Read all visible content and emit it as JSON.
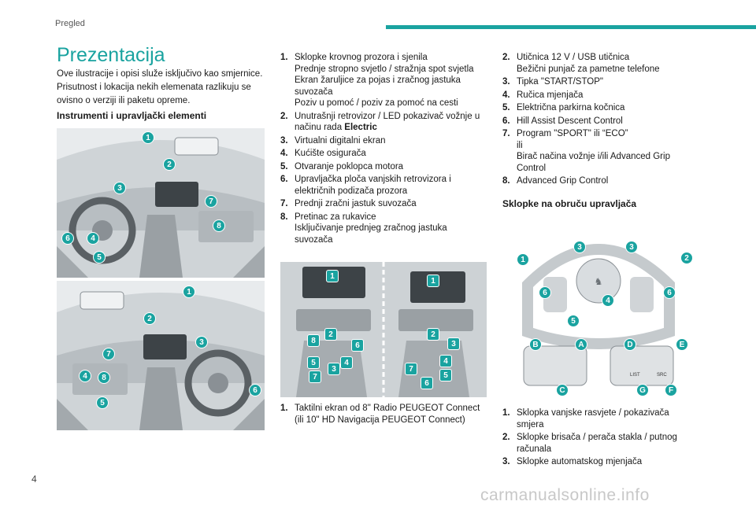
{
  "header": {
    "section": "Pregled"
  },
  "page_number": "4",
  "watermark": "carmanualsonline.info",
  "title": "Prezentacija",
  "intro": "Ove ilustracije i opisi služe isključivo kao smjernice. Prisutnost i lokacija nekih elemenata razlikuju se ovisno o verziji ili paketu opreme.",
  "section_instruments": "Instrumenti i upravljački elementi",
  "list_middle": [
    {
      "num": "1.",
      "text": "Sklopke krovnog prozora i sjenila\nPrednje stropno svjetlo / stražnja spot svjetla\nEkran žaruljice za pojas i zračnog jastuka suvozača\nPoziv u pomoć / poziv za pomoć na cesti"
    },
    {
      "num": "2.",
      "text": "Unutrašnji retrovizor / LED pokazivač vožnje u načinu rada ",
      "bold": "Electric"
    },
    {
      "num": "3.",
      "text": "Virtualni digitalni ekran"
    },
    {
      "num": "4.",
      "text": "Kućište osigurača"
    },
    {
      "num": "5.",
      "text": "Otvaranje poklopca motora"
    },
    {
      "num": "6.",
      "text": "Upravljačka ploča vanjskih retrovizora i električnih podizača prozora"
    },
    {
      "num": "7.",
      "text": "Prednji zračni jastuk suvozača"
    },
    {
      "num": "8.",
      "text": "Pretinac za rukavice\nIsključivanje prednjeg zračnog jastuka suvozača"
    }
  ],
  "list_middle_bottom": [
    {
      "num": "1.",
      "text": "Taktilni ekran od 8\" Radio PEUGEOT Connect (ili 10\" HD Navigacija PEUGEOT Connect)"
    }
  ],
  "list_right": [
    {
      "num": "2.",
      "text": "Utičnica 12 V / USB utičnica\nBežični punjač za pametne telefone"
    },
    {
      "num": "3.",
      "text": "Tipka \"START/STOP\""
    },
    {
      "num": "4.",
      "text": "Ručica mjenjača"
    },
    {
      "num": "5.",
      "text": "Električna parkirna kočnica"
    },
    {
      "num": "6.",
      "text": "Hill Assist Descent Control"
    },
    {
      "num": "7.",
      "text": "Program \"SPORT\" ili “ECO”\nili\nBirač načina vožnje i/ili Advanced Grip Control"
    },
    {
      "num": "8.",
      "text": "Advanced Grip Control"
    }
  ],
  "section_wheel": "Sklopke na obruču upravljača",
  "list_right_bottom": [
    {
      "num": "1.",
      "text": "Sklopka vanjske rasvjete / pokazivača smjera"
    },
    {
      "num": "2.",
      "text": "Sklopke brisača / perača stakla / putnog računala"
    },
    {
      "num": "3.",
      "text": "Sklopke automatskog mjenjača"
    }
  ],
  "figure_top_callouts": [
    "1",
    "2",
    "3",
    "7",
    "8",
    "6",
    "4",
    "5"
  ],
  "figure_bottom_callouts": [
    "1",
    "2",
    "3",
    "7",
    "4",
    "8",
    "6",
    "5"
  ],
  "console_left_callouts": [
    "1",
    "2",
    "8",
    "6",
    "5",
    "4",
    "3",
    "7"
  ],
  "console_right_callouts": [
    "1",
    "2",
    "3",
    "4",
    "7",
    "5",
    "6"
  ],
  "wheel_callouts": [
    "1",
    "2",
    "3",
    "3",
    "4",
    "5",
    "6",
    "6"
  ],
  "wheel_button_callouts": [
    "A",
    "B",
    "C",
    "D",
    "E",
    "F",
    "G"
  ],
  "wheel_button_labels": [
    "LIST",
    "SRC"
  ],
  "colors": {
    "accent": "#1aa3a0"
  }
}
